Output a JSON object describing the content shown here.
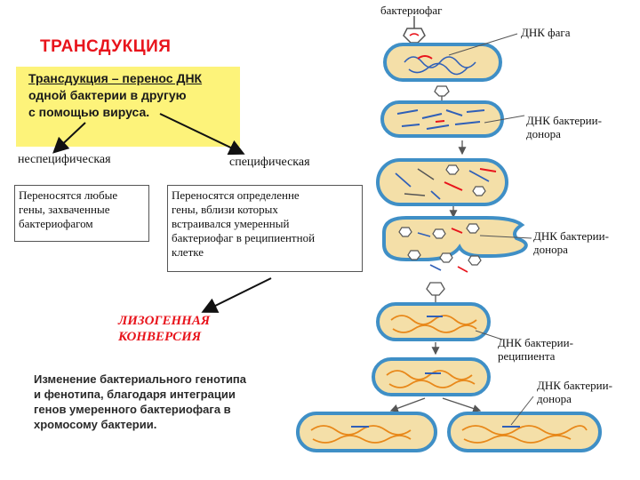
{
  "title": "ТРАНСДУКЦИЯ",
  "definition": {
    "lines": [
      "Трансдукция – перенос ДНК",
      "одной бактерии в другую",
      "с помощью вируса."
    ]
  },
  "categories": {
    "nonspecific": "неспецифическая",
    "specific": "специфическая"
  },
  "nonspecific_box": {
    "lines": [
      "Переносятся любые",
      "гены, захваченные",
      "бактериофагом"
    ]
  },
  "specific_box": {
    "lines": [
      "Переносятся определенне",
      "гены, вблизи которых",
      "встраивался умеренный",
      "бактериофаг в реципиентной",
      "клетке"
    ]
  },
  "lysogenic": {
    "lines": [
      "ЛИЗОГЕННАЯ",
      "КОНВЕРСИЯ"
    ]
  },
  "description": {
    "lines": [
      "Изменение бактериального генотипа",
      "и фенотипа, благодаря интеграции",
      "генов умеренного бактериофага в",
      "хромосому бактерии."
    ]
  },
  "diagram_labels": {
    "bacteriophage": "бактериофаг",
    "phage_dna": "ДНК фага",
    "donor_dna_1": [
      "ДНК бактерии-",
      "донора"
    ],
    "donor_dna_2": [
      "ДНК бактерии-",
      "донора"
    ],
    "recipient_dna": [
      "ДНК бактерии-",
      "реципиента"
    ],
    "donor_dna_3": [
      "ДНК бактерии-",
      "донора"
    ]
  },
  "colors": {
    "title_red": "#e8141c",
    "definition_bg": "#fdf37a",
    "cell_fill": "#f4dfa8",
    "cell_outline": "#3f8fc6",
    "donor_dna": "#2f5fb8",
    "recipient_dna": "#e8881a",
    "phage_dna": "#e8141c"
  }
}
